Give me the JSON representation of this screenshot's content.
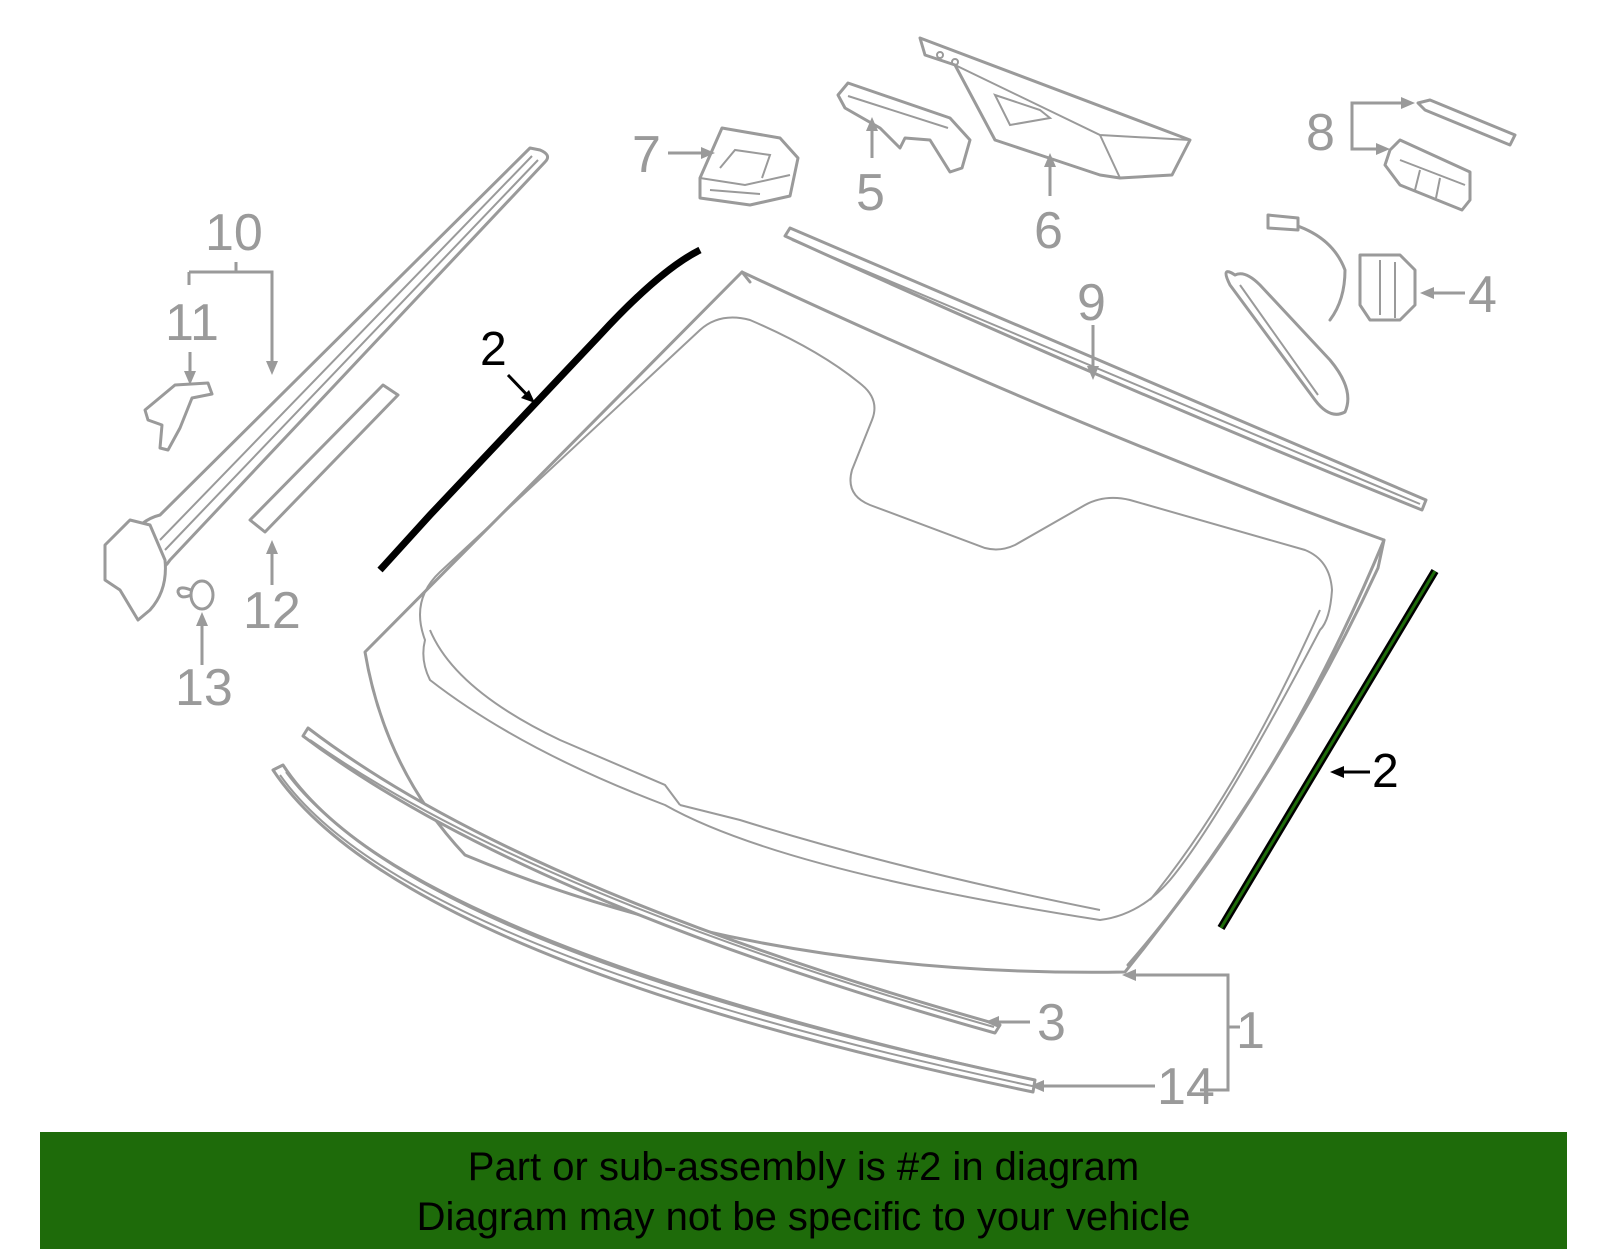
{
  "callouts": {
    "c1": "1",
    "c2a": "2",
    "c2b": "2",
    "c3": "3",
    "c4": "4",
    "c5": "5",
    "c6": "6",
    "c7": "7",
    "c8": "8",
    "c9": "9",
    "c10": "10",
    "c11": "11",
    "c12": "12",
    "c13": "13",
    "c14": "14"
  },
  "highlight_part": "2",
  "colors": {
    "part_outline": "#9a9a9a",
    "highlight_stroke": "#000000",
    "highlight_fill": "#1e6b0a",
    "banner_background": "#1e6b0a"
  },
  "banner": {
    "line1": "Part or sub-assembly is #2 in diagram",
    "line2": "Diagram may not be specific to your vehicle"
  }
}
